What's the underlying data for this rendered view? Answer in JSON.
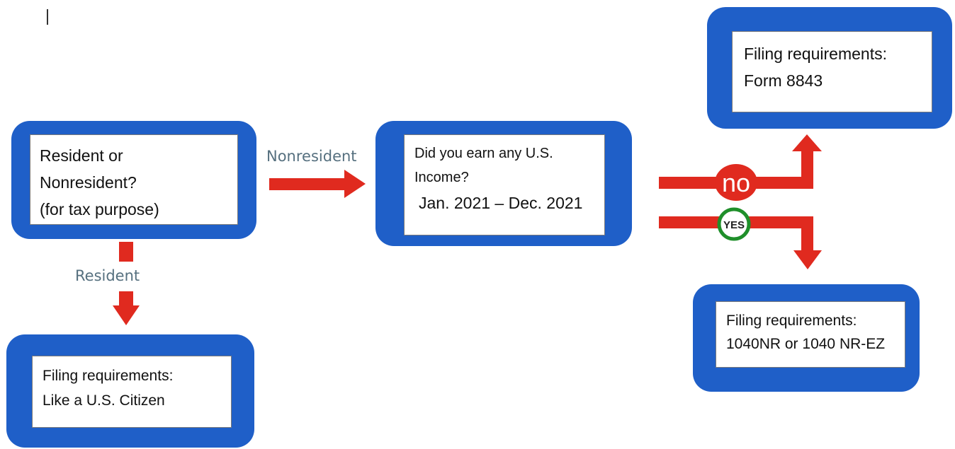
{
  "nodes": {
    "start": {
      "lines": [
        "Resident or",
        "Nonresident?",
        "(for tax purpose)"
      ]
    },
    "income_question": {
      "lines": [
        "Did you earn any U.S.",
        "Income?",
        "Jan. 2021 – Dec. 2021"
      ]
    },
    "form_8843": {
      "lines": [
        "Filing requirements:",
        "Form 8843"
      ]
    },
    "form_1040nr": {
      "lines": [
        "Filing requirements:",
        "1040NR or 1040 NR-EZ"
      ]
    },
    "like_citizen": {
      "lines": [
        "Filing requirements:",
        "Like a U.S. Citizen"
      ]
    }
  },
  "edges": {
    "nonresident_label": "Nonresident",
    "resident_label": "Resident",
    "no_label": "no",
    "yes_label": "YES"
  },
  "colors": {
    "node_fill": "#1f5fc8",
    "arrow_red": "#e02a1f",
    "badge_no_fill": "#e02a1f",
    "badge_yes_ring": "#1f8f2a",
    "label_gray": "#56707f"
  }
}
